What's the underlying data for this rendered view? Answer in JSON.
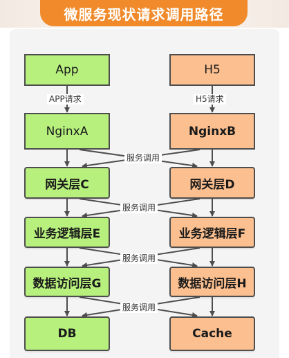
{
  "title": "微服务现状请求调用路径",
  "left": {
    "app": "App",
    "nginx": "NginxA",
    "gateway": "网关层C",
    "business": "业务逻辑层E",
    "dao": "数据访问层G",
    "store": "DB"
  },
  "right": {
    "app": "H5",
    "nginx": "NginxB",
    "gateway": "网关层D",
    "business": "业务逻辑层F",
    "dao": "数据访问层H",
    "store": "Cache"
  },
  "labels": {
    "left_request": "APP请求",
    "right_request": "H5请求",
    "service_call": "服务调用"
  },
  "colors": {
    "banner": "#f08a2a",
    "left_box": "#b7f07d",
    "right_box": "#fcbf8f",
    "border": "#4d4d4d"
  }
}
